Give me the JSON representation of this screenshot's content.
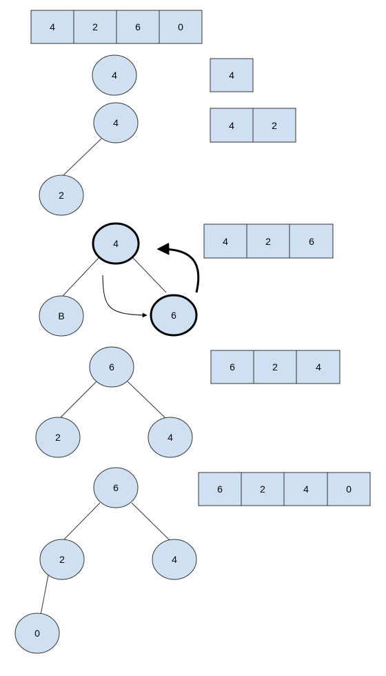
{
  "initial_array": [
    "4",
    "2",
    "6",
    "0"
  ],
  "steps": [
    {
      "array": [
        "4"
      ],
      "nodes": [
        {
          "label": "4"
        }
      ]
    },
    {
      "array": [
        "4",
        "2"
      ],
      "nodes": [
        {
          "label": "4"
        },
        {
          "label": "2"
        }
      ]
    },
    {
      "array": [
        "4",
        "2",
        "6"
      ],
      "nodes": [
        {
          "label": "4"
        },
        {
          "label": "B"
        },
        {
          "label": "6"
        }
      ]
    },
    {
      "array": [
        "6",
        "2",
        "4"
      ],
      "nodes": [
        {
          "label": "6"
        },
        {
          "label": "2"
        },
        {
          "label": "4"
        }
      ]
    },
    {
      "array": [
        "6",
        "2",
        "4",
        "0"
      ],
      "nodes": [
        {
          "label": "6"
        },
        {
          "label": "2"
        },
        {
          "label": "4"
        },
        {
          "label": "0"
        }
      ]
    }
  ]
}
